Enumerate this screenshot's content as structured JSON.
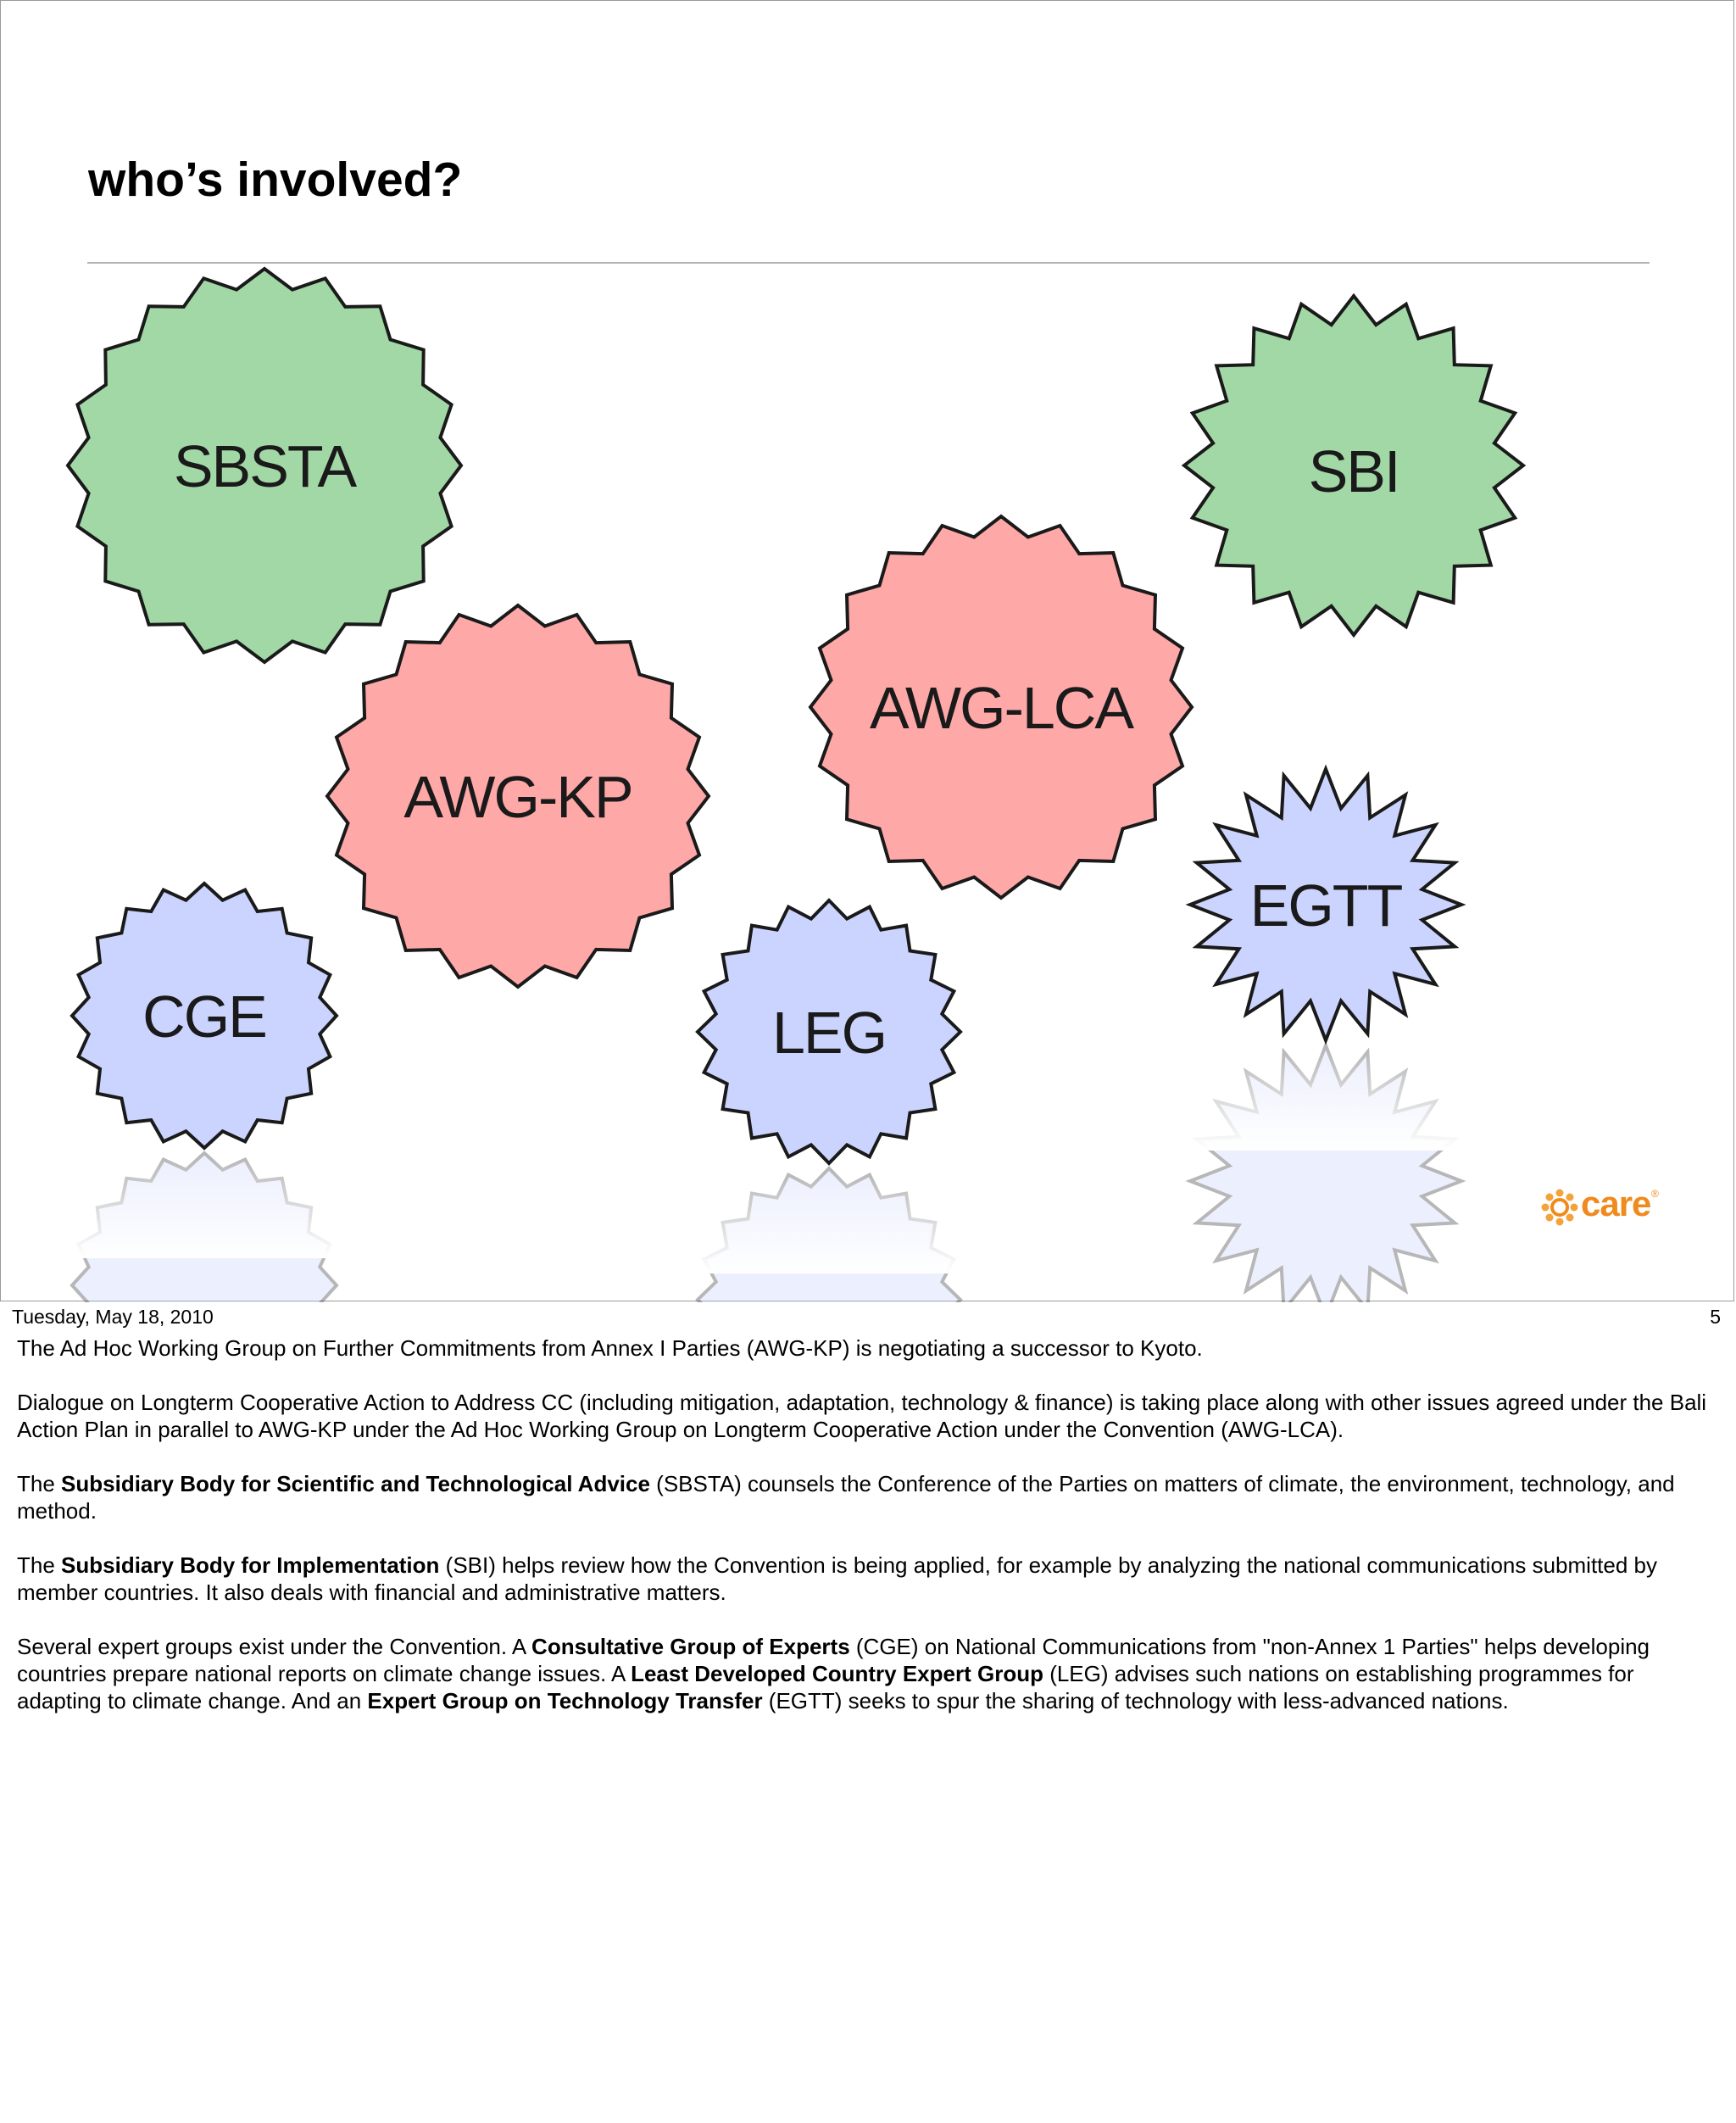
{
  "slide": {
    "title": "who’s involved?",
    "badges": [
      {
        "id": "sbsta",
        "label": "SBSTA",
        "color": "#a2d8a6",
        "group": "subsidiary-body"
      },
      {
        "id": "sbi",
        "label": "SBI",
        "color": "#a2d8a6",
        "group": "subsidiary-body"
      },
      {
        "id": "awg-kp",
        "label": "AWG-KP",
        "color": "#fea8a8",
        "group": "working-group"
      },
      {
        "id": "awg-lca",
        "label": "AWG-LCA",
        "color": "#fea8a8",
        "group": "working-group"
      },
      {
        "id": "cge",
        "label": "CGE",
        "color": "#cbd4fe",
        "group": "expert-group"
      },
      {
        "id": "leg",
        "label": "LEG",
        "color": "#cbd4fe",
        "group": "expert-group"
      },
      {
        "id": "egtt",
        "label": "EGTT",
        "color": "#cbd4fe",
        "group": "expert-group"
      }
    ],
    "logo_text": "care",
    "logo_mark": "®",
    "logo_color": "#f08a1c"
  },
  "footer": {
    "date": "Tuesday, May 18, 2010",
    "page": "5"
  },
  "notes": {
    "p1": "The Ad Hoc Working Group on Further Commitments from Annex I Parties (AWG-KP)  is negotiating a successor to Kyoto.",
    "p2": "Dialogue on Longterm Cooperative Action to Address CC (including mitigation, adaptation, technology & finance) is taking place along with other issues agreed under the Bali Action Plan in parallel to AWG-KP under the Ad Hoc Working Group on Longterm Cooperative Action under the Convention (AWG-LCA).",
    "p3": {
      "pre": "The ",
      "bold": "Subsidiary Body for Scientific and Technological Advice",
      "post": " (SBSTA) counsels the Conference of the Parties on matters of climate, the environment, technology, and method."
    },
    "p4": {
      "pre": "The ",
      "bold": "Subsidiary Body for Implementation",
      "post": " (SBI) helps review how the Convention is being applied, for example by analyzing the national communications submitted by member countries. It also deals with financial and administrative matters."
    },
    "p5": {
      "t1": "Several expert groups exist under the Convention. A ",
      "b1": "Consultative Group of Experts",
      "t2": " (CGE) on National Communications from \"non-Annex 1 Parties\" helps developing countries prepare national reports on climate change issues. A ",
      "b2": "Least Developed Country Expert Group",
      "t3": " (LEG) advises such nations on establishing programmes for adapting to climate change. And an ",
      "b3": "Expert Group on Technology Transfer",
      "t4": " (EGTT) seeks to spur the sharing of technology with less-advanced nations."
    }
  }
}
